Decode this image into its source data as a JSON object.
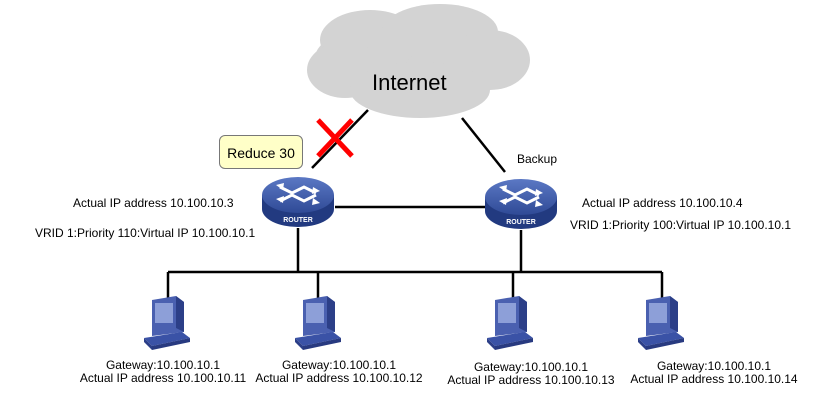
{
  "cloud": {
    "label": "Internet"
  },
  "annotation": {
    "label": "Reduce 30",
    "failure_mark": "red-x"
  },
  "routers": [
    {
      "badge": "ROUTER",
      "role": "",
      "ip_label": "Actual IP address 10.100.10.3",
      "vrid_label": "VRID 1:Priority 110:Virtual IP  10.100.10.1"
    },
    {
      "badge": "ROUTER",
      "role": "Backup",
      "ip_label": "Actual IP address 10.100.10.4",
      "vrid_label": "VRID 1:Priority 100:Virtual IP  10.100.10.1"
    }
  ],
  "hosts": [
    {
      "gateway": "Gateway:10.100.10.1",
      "ip": "Actual IP address 10.100.10.11"
    },
    {
      "gateway": "Gateway:10.100.10.1",
      "ip": "Actual IP address 10.100.10.12"
    },
    {
      "gateway": "Gateway:10.100.10.1",
      "ip": "Actual IP address 10.100.10.13"
    },
    {
      "gateway": "Gateway:10.100.10.1",
      "ip": "Actual IP address 10.100.10.14"
    }
  ],
  "colors": {
    "cloud": "#d3d3d3",
    "router": "#3d5aa8",
    "failure": "#ff0000",
    "annotation_bg": "#ffffc8"
  }
}
